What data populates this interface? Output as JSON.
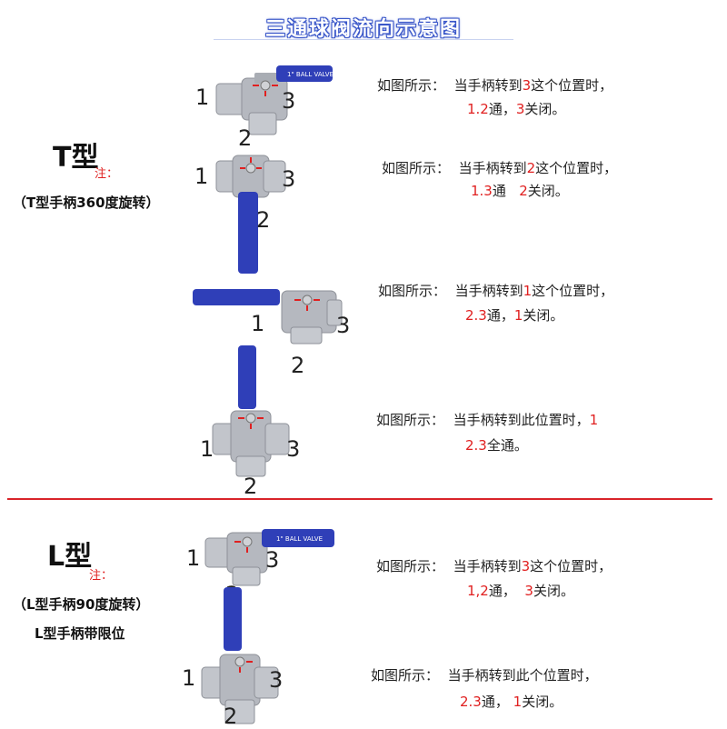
{
  "title": "三通球阀流向示意图",
  "t_type": {
    "heading": "T型",
    "note": "注：",
    "paren": "（T型手柄360度旋转）"
  },
  "l_type": {
    "heading": "L型",
    "note": "注：",
    "paren": "（L型手柄90度旋转）",
    "sub": "L型手柄带限位"
  },
  "ports": {
    "p1": "1",
    "p2": "2",
    "p3": "3"
  },
  "valve_label": "1\" BALL VALVE",
  "descriptions": [
    {
      "prefix": "如图所示：",
      "line1_a": "当手柄转到",
      "line1_red": "3",
      "line1_b": "这个位置时，",
      "line2_red1": "1.2",
      "line2_a": "通，",
      "line2_red2": "3",
      "line2_b": "关闭。"
    },
    {
      "prefix": "如图所示：",
      "line1_a": "当手柄转到",
      "line1_red": "2",
      "line1_b": "这个位置时，",
      "line2_red1": "1.3",
      "line2_a": "通",
      "line2_red2": "2",
      "line2_b": "关闭。"
    },
    {
      "prefix": "如图所示：",
      "line1_a": "当手柄转到",
      "line1_red": "1",
      "line1_b": "这个位置时，",
      "line2_red1": "2.3",
      "line2_a": "通，",
      "line2_red2": "1",
      "line2_b": "关闭。"
    },
    {
      "prefix": "如图所示：",
      "line1_a": "当手柄转到此位置时，",
      "line1_red": "1",
      "line2_red1": "2.3",
      "line2_a": "全通。"
    },
    {
      "prefix": "如图所示：",
      "line1_a": "当手柄转到",
      "line1_red": "3",
      "line1_b": "这个位置时，",
      "line2_red1": "1,2",
      "line2_a": "通，",
      "line2_red2": "3",
      "line2_b": "关闭。"
    },
    {
      "prefix": "如图所示：",
      "line1_a": "当手柄转到此个位置时，",
      "line2_red1": "2.3",
      "line2_a": "通，",
      "line2_red2": "1",
      "line2_b": "关闭。"
    }
  ],
  "colors": {
    "handle": "#2f3fb8",
    "steel": "#b9bcc2",
    "accent_red": "#e02020",
    "divider": "#d9242a"
  }
}
